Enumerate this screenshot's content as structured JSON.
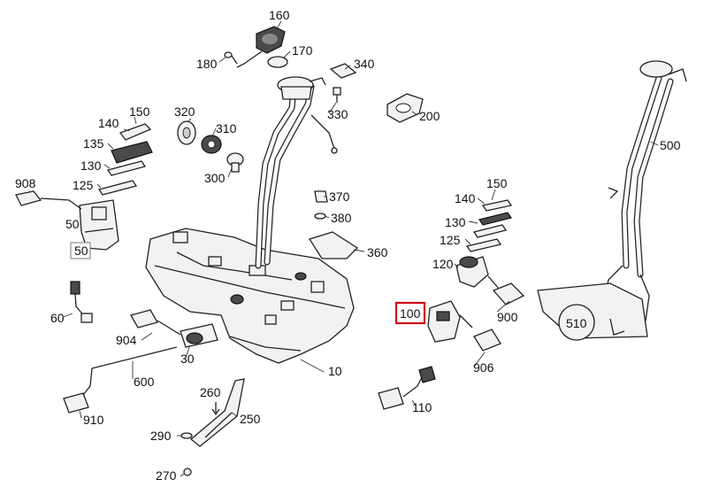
{
  "diagram": {
    "highlight_color": "#d0021b",
    "highlighted_part": "100",
    "labels": {
      "p160": "160",
      "p170": "170",
      "p180": "180",
      "p340": "340",
      "p330": "330",
      "p200": "200",
      "p150a": "150",
      "p140a": "140",
      "p320": "320",
      "p310": "310",
      "p135": "135",
      "p130a": "130",
      "p300": "300",
      "p908": "908",
      "p125a": "125",
      "p50": "50",
      "p50box": "50",
      "p370": "370",
      "p380": "380",
      "p360": "360",
      "p140b": "140",
      "p150b": "150",
      "p130b": "130",
      "p125b": "125",
      "p120": "120",
      "p500": "500",
      "p100": "100",
      "p900": "900",
      "p510": "510",
      "p60": "60",
      "p904": "904",
      "p30": "30",
      "p906": "906",
      "p600": "600",
      "p10": "10",
      "p260": "260",
      "p250": "250",
      "p110": "110",
      "p910": "910",
      "p290": "290",
      "p270": "270"
    }
  }
}
